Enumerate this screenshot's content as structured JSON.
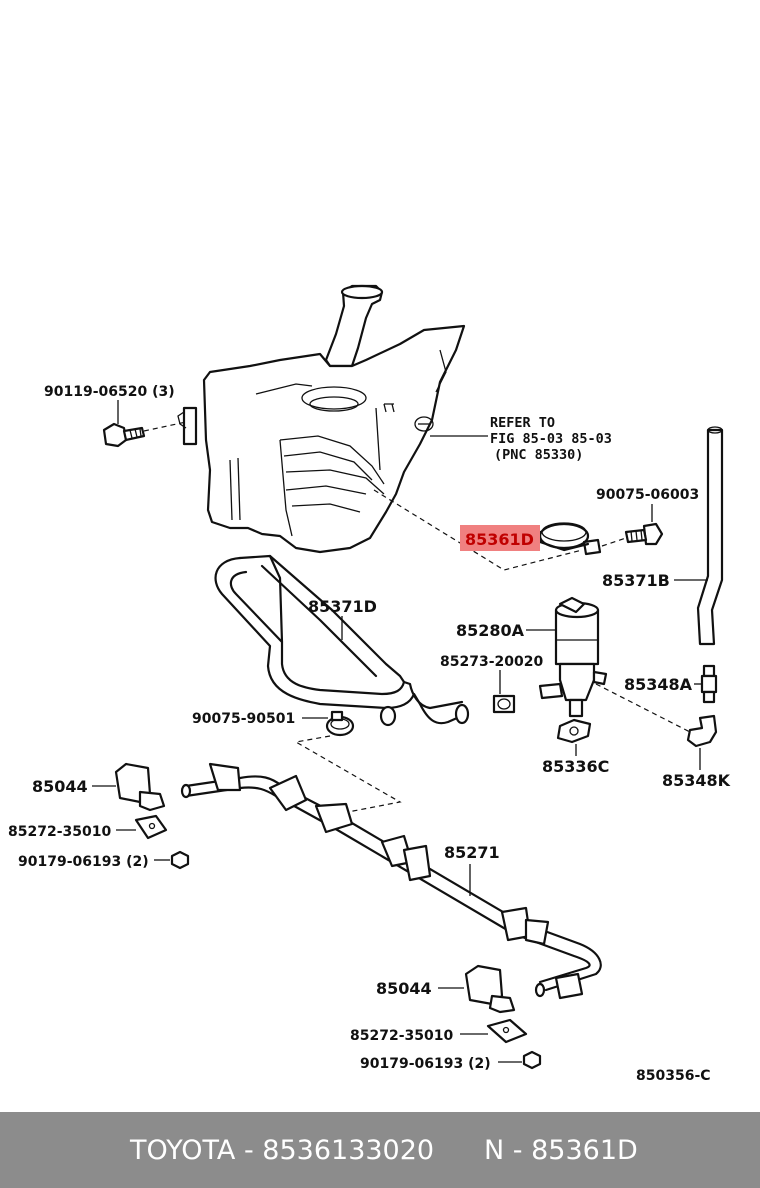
{
  "labels": {
    "bolt_90119": "90119-06520 (3)",
    "refer_line1": "REFER TO",
    "refer_line2": "FIG 85-03 85-03",
    "refer_line3": "(PNC 85330)",
    "bolt_90075_a": "90075-06003",
    "clamp_85361d": "85361D",
    "hose_85371b": "85371B",
    "hose_85371d": "85371D",
    "pump_85280a": "85280A",
    "grommet_85273": "85273-20020",
    "joint_85348a": "85348A",
    "clip_90075_b": "90075-90501",
    "washer_85336c": "85336C",
    "elbow_85348k": "85348K",
    "nozzle_85044_top": "85044",
    "bracket_85272_top": "85272-35010",
    "nut_90179_top": "90179-06193 (2)",
    "pipe_85271": "85271",
    "nozzle_85044_bottom": "85044",
    "bracket_85272_bottom": "85272-35010",
    "nut_90179_bottom": "90179-06193 (2)",
    "figure_code": "850356-C"
  },
  "highlight_color": "#f08080",
  "footer": {
    "brand_part": "TOYOTA - 8536133020",
    "ref": "N - 85361D"
  }
}
